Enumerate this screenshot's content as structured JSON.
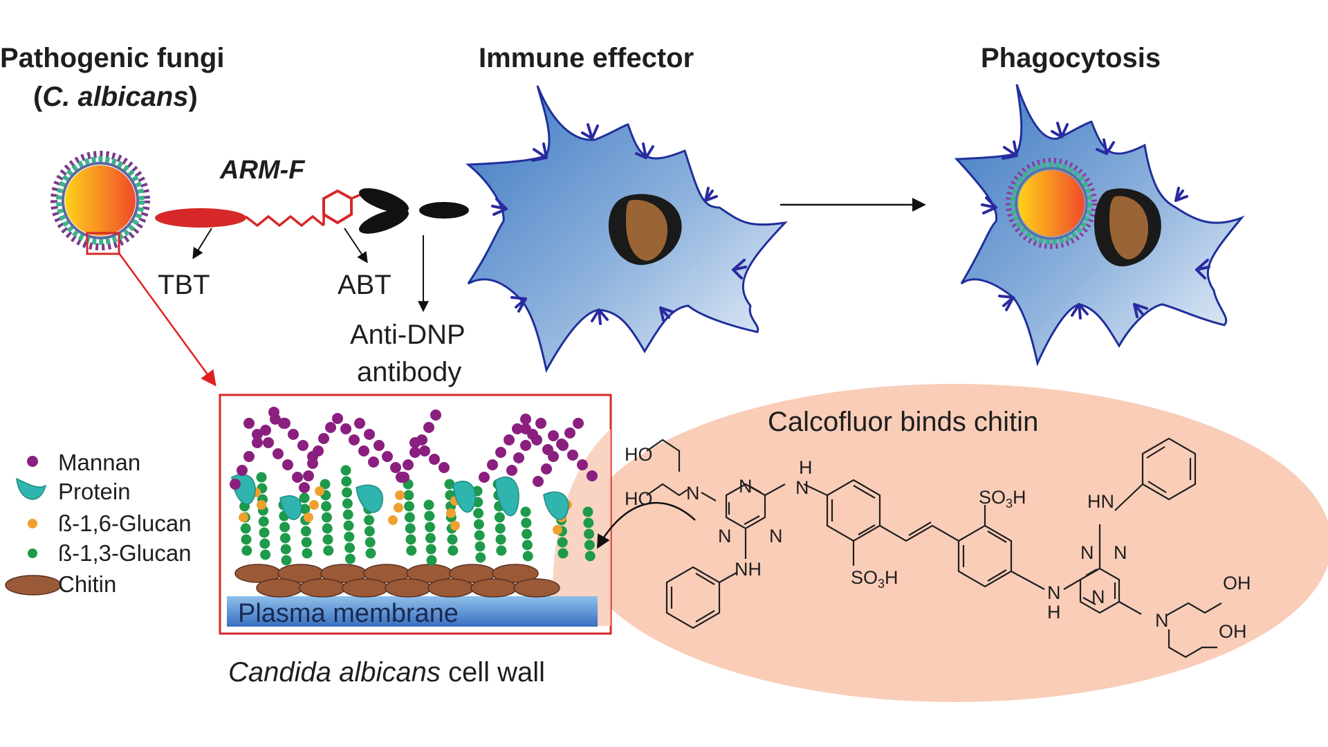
{
  "titles": {
    "pathogen_line1": "Pathogenic fungi",
    "pathogen_open": "(",
    "pathogen_species": "C. albicans",
    "pathogen_close": ")",
    "immune": "Immune effector",
    "phagocytosis": "Phagocytosis"
  },
  "molecule": {
    "name": "ARM-F",
    "parts": [
      {
        "label": "TBT"
      },
      {
        "label": "ABT"
      },
      {
        "label": "Anti-DNP",
        "label2": "antibody"
      }
    ]
  },
  "legend": {
    "items": [
      {
        "label": "Mannan",
        "color": "#8b1f7f"
      },
      {
        "label": "Protein",
        "color": "#2fb5ad"
      },
      {
        "label": "ß-1,6-Glucan",
        "color": "#f0a030"
      },
      {
        "label": "ß-1,3-Glucan",
        "color": "#1e9a4a"
      },
      {
        "label": "Chitin",
        "color": "#9a5a38"
      }
    ]
  },
  "cell_wall": {
    "membrane_label": "Plasma membrane",
    "caption_italic": "Candida albicans",
    "caption_rest": " cell wall",
    "border_color": "#d62828"
  },
  "calcofluor": {
    "title": "Calcofluor binds chitin",
    "background": "#f9cdb8",
    "atoms": {
      "ho": "HO",
      "oh": "OH",
      "n": "N",
      "h": "H",
      "nh": "NH",
      "hn": "HN",
      "so3h_main": "SO",
      "so3h_sub": "3",
      "so3h_h": "H"
    }
  },
  "colors": {
    "cell_fill_dark": "#4a86c8",
    "cell_fill_light": "#dce8f5",
    "cell_outline": "#1f2f9a",
    "nucleus_outer": "#1a1a1a",
    "nucleus_inner": "#9b6436",
    "fungus_yellow": "#ffd21a",
    "fungus_red": "#f04a2a",
    "linker_red": "#d62828"
  }
}
